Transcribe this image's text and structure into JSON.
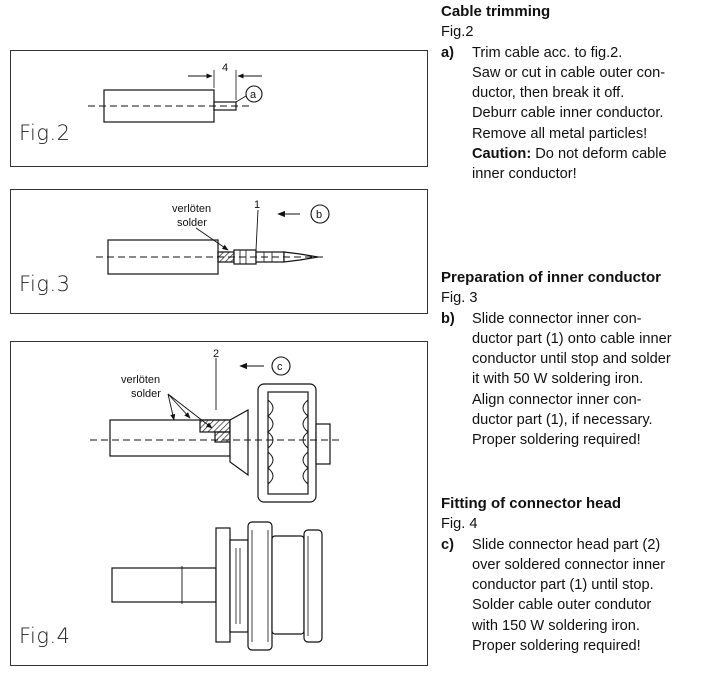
{
  "figures": {
    "fig2": {
      "label": "Fig.2",
      "dim_label": "4",
      "callout": "a"
    },
    "fig3": {
      "label": "Fig.3",
      "verloeten": "verlöten",
      "solder": "solder",
      "part_number": "1",
      "callout": "b"
    },
    "fig4": {
      "label": "Fig.4",
      "verloeten": "verlöten",
      "solder": "solder",
      "part_number": "2",
      "callout": "c"
    }
  },
  "sections": [
    {
      "heading": "Cable trimming",
      "fig_ref": "Fig.2",
      "letter": "a)",
      "lines": [
        "Trim cable acc. to fig.2.",
        "Saw or cut in cable outer con-",
        "ductor, then break it off.",
        "Deburr cable inner conductor.",
        "Remove all metal particles!"
      ],
      "caution_label": "Caution:",
      "caution_rest": " Do not deform cable",
      "caution_line2": "inner conductor!"
    },
    {
      "heading": "Preparation of inner conductor",
      "fig_ref": "Fig. 3",
      "letter": "b)",
      "lines": [
        "Slide connector inner con-",
        "ductor part (1) onto cable inner",
        "conductor until stop and solder",
        "it with 50 W soldering iron.",
        "Align connector inner con-",
        "ductor part (1), if necessary.",
        "Proper soldering required!"
      ]
    },
    {
      "heading": "Fitting of connector head",
      "fig_ref": "Fig. 4",
      "letter": "c)",
      "lines": [
        "Slide connector head part (2)",
        "over soldered connector inner",
        "conductor part (1) until stop.",
        "Solder cable outer condutor",
        "with 150 W soldering iron.",
        "Proper soldering required!"
      ]
    }
  ]
}
